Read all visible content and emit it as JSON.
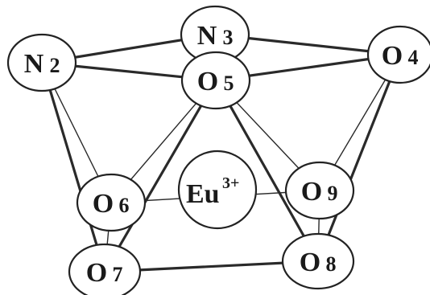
{
  "center_ion": {
    "symbol": "Eu",
    "charge": "3+"
  },
  "atoms": [
    {
      "id": "N2",
      "element": "N",
      "index": "2"
    },
    {
      "id": "N3",
      "element": "N",
      "index": "3"
    },
    {
      "id": "O4",
      "element": "O",
      "index": "4"
    },
    {
      "id": "O5",
      "element": "O",
      "index": "5"
    },
    {
      "id": "O6",
      "element": "O",
      "index": "6"
    },
    {
      "id": "O7",
      "element": "O",
      "index": "7"
    },
    {
      "id": "O8",
      "element": "O",
      "index": "8"
    },
    {
      "id": "O9",
      "element": "O",
      "index": "9"
    }
  ],
  "edges": [
    {
      "from": "N2",
      "to": "N3",
      "weight": "thick"
    },
    {
      "from": "N3",
      "to": "O4",
      "weight": "thick"
    },
    {
      "from": "N2",
      "to": "O5",
      "weight": "thick"
    },
    {
      "from": "O5",
      "to": "O4",
      "weight": "thick"
    },
    {
      "from": "N2",
      "to": "O6",
      "weight": "thin"
    },
    {
      "from": "N2",
      "to": "O7",
      "weight": "thick"
    },
    {
      "from": "O5",
      "to": "O6",
      "weight": "thin"
    },
    {
      "from": "O5",
      "to": "O7",
      "weight": "thick"
    },
    {
      "from": "O5",
      "to": "O8",
      "weight": "thick"
    },
    {
      "from": "O5",
      "to": "O9",
      "weight": "thin"
    },
    {
      "from": "O4",
      "to": "O9",
      "weight": "thin"
    },
    {
      "from": "O4",
      "to": "O8",
      "weight": "thick"
    },
    {
      "from": "O6",
      "to": "O7",
      "weight": "thin"
    },
    {
      "from": "O9",
      "to": "O8",
      "weight": "thin"
    },
    {
      "from": "O6",
      "to": "O9",
      "weight": "thin"
    },
    {
      "from": "O7",
      "to": "O8",
      "weight": "thick"
    }
  ]
}
